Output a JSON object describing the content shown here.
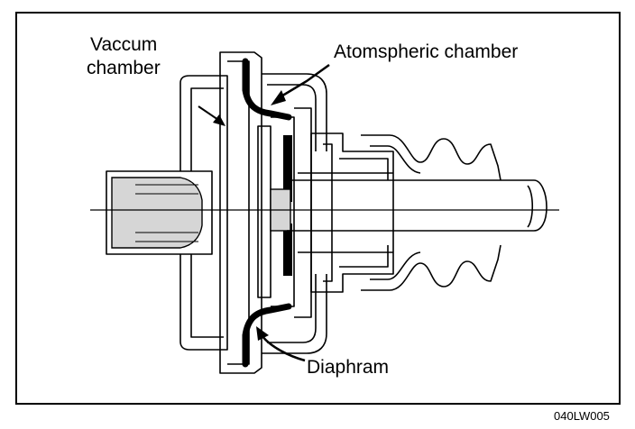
{
  "labels": {
    "vacuum_line1": "Vaccum",
    "vacuum_line2": "chamber",
    "atmospheric": "Atomspheric chamber",
    "diaphragm": "Diaphram",
    "figure_code": "040LW005"
  },
  "icons": {
    "label_arrows": "arrow-icon"
  }
}
